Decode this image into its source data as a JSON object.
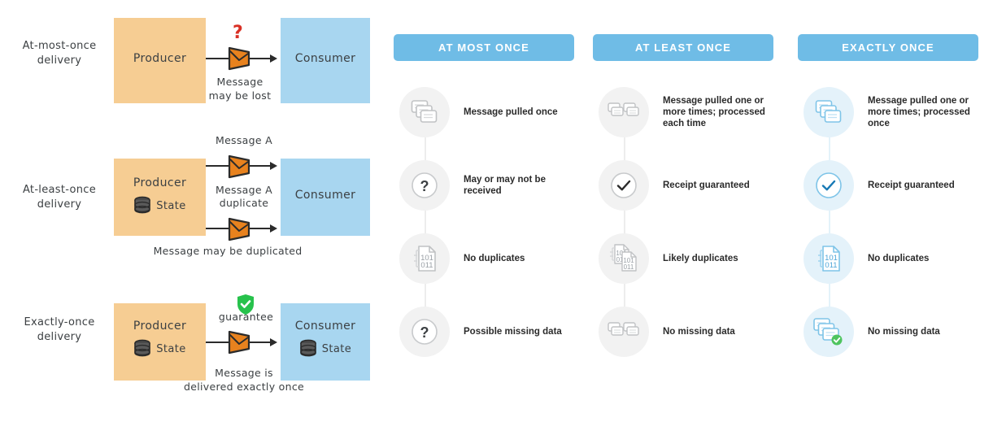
{
  "colors": {
    "header_blue": "#6fbce6",
    "producer_orange": "#f6cd93",
    "consumer_blue": "#a8d6f0",
    "envelope_orange": "#e8821e",
    "question_red": "#d93025",
    "shield_green": "#27c24c",
    "bubble_grey": "#f2f2f2",
    "bubble_blue": "#e4f2fa",
    "icon_grey": "#c9cbcd",
    "icon_blue": "#7ec4e8",
    "text_dark": "#2b2b2b"
  },
  "diagrams": [
    {
      "row_label": "At-most-once\ndelivery",
      "producer_label": "Producer",
      "producer_state": "",
      "consumer_label": "Consumer",
      "consumer_state": "",
      "top_message_label": "",
      "bottom_message_label": "",
      "badge": "question-mark",
      "badge_text": "?",
      "caption": "Message\nmay be lost",
      "below_caption": ""
    },
    {
      "row_label": "At-least-once\ndelivery",
      "producer_label": "Producer",
      "producer_state": "State",
      "consumer_label": "Consumer",
      "consumer_state": "",
      "top_message_label": "Message A",
      "bottom_message_label": "Message A\nduplicate",
      "badge": "none",
      "badge_text": "",
      "caption": "",
      "below_caption": "Message may be duplicated"
    },
    {
      "row_label": "Exactly-once\ndelivery",
      "producer_label": "Producer",
      "producer_state": "State",
      "consumer_label": "Consumer",
      "consumer_state": "State",
      "top_message_label": "guarantee",
      "bottom_message_label": "",
      "badge": "shield-check",
      "badge_text": "",
      "caption": "Message is\ndelivered exactly once",
      "below_caption": ""
    }
  ],
  "columns": [
    {
      "header": "AT MOST ONCE",
      "theme": "grey",
      "steps": [
        {
          "icon": "stacked-cards-icon",
          "text": "Message pulled once"
        },
        {
          "icon": "question-circle-icon",
          "text": "May or may not be received"
        },
        {
          "icon": "binary-document-icon",
          "text": "No duplicates"
        },
        {
          "icon": "question-circle-icon",
          "text": "Possible missing data"
        }
      ]
    },
    {
      "header": "AT LEAST ONCE",
      "theme": "grey",
      "steps": [
        {
          "icon": "double-stacked-cards-icon",
          "text": "Message pulled one or more times; processed each time"
        },
        {
          "icon": "check-circle-icon",
          "text": "Receipt guaranteed"
        },
        {
          "icon": "double-binary-document-icon",
          "text": "Likely duplicates"
        },
        {
          "icon": "double-stacked-cards-icon",
          "text": "No missing data"
        }
      ]
    },
    {
      "header": "EXACTLY ONCE",
      "theme": "blue",
      "steps": [
        {
          "icon": "stacked-cards-icon",
          "text": "Message pulled one or more times; processed once"
        },
        {
          "icon": "check-circle-icon",
          "text": "Receipt guaranteed"
        },
        {
          "icon": "binary-document-icon",
          "text": "No duplicates"
        },
        {
          "icon": "stacked-cards-check-icon",
          "text": "No missing data"
        }
      ]
    }
  ],
  "binary_document_lines": {
    "line1": "101",
    "line2": "011"
  }
}
